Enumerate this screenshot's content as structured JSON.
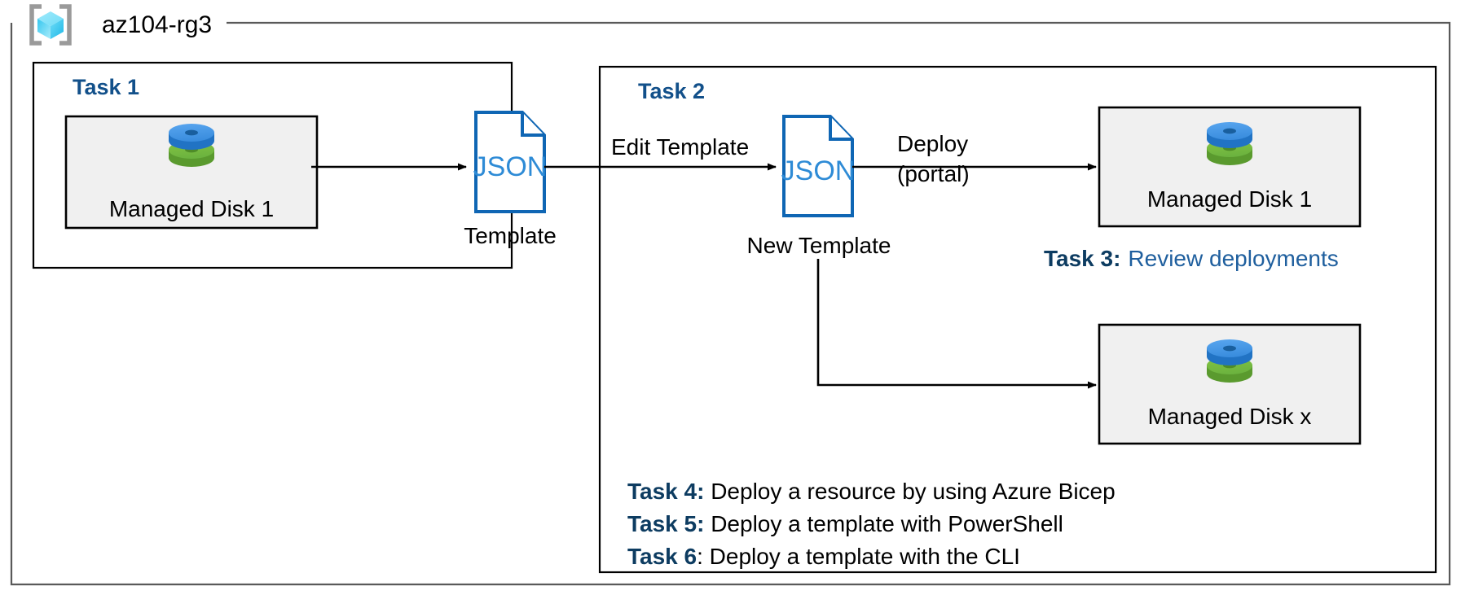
{
  "diagram": {
    "resource_group": {
      "name": "az104-rg3",
      "icon": "resource-group-cube-icon"
    },
    "task1": {
      "title": "Task 1",
      "disk_box": {
        "label": "Managed Disk 1",
        "icon": "managed-disk-icon"
      },
      "template": {
        "doc_text": "JSON",
        "caption": "Template",
        "icon": "json-document-icon"
      },
      "arrow_label": ""
    },
    "task2": {
      "title": "Task 2",
      "edit_label": "Edit Template",
      "template": {
        "doc_text": "JSON",
        "caption": "New Template",
        "icon": "json-document-icon"
      },
      "deploy_label_line1": "Deploy",
      "deploy_label_line2": "(portal)",
      "disk_box_top": {
        "label": "Managed Disk 1",
        "icon": "managed-disk-icon"
      },
      "disk_box_bottom": {
        "label": "Managed Disk x",
        "icon": "managed-disk-icon"
      }
    },
    "task3": {
      "label": "Task 3:",
      "text": "Review deployments"
    },
    "task_list": [
      {
        "label": "Task 4:",
        "text": " Deploy a resource by using Azure Bicep"
      },
      {
        "label": "Task 5:",
        "text": " Deploy a template with PowerShell"
      },
      {
        "label": "Task 6",
        "text": ": Deploy a template with the CLI"
      }
    ],
    "colors": {
      "task_heading": "#12508a",
      "task_list_heading": "#0d3c61",
      "task3_body": "#1f5f9e",
      "json_outline": "#0f66b4",
      "json_text": "#2e8bd6",
      "disk_blue": "#3a8dde",
      "disk_green": "#6cb33f",
      "box_fill": "#f0f0f0",
      "box_stroke": "#000000",
      "cube_icon": "#50d8f5",
      "bracket_gray": "#9a9a9a"
    }
  }
}
